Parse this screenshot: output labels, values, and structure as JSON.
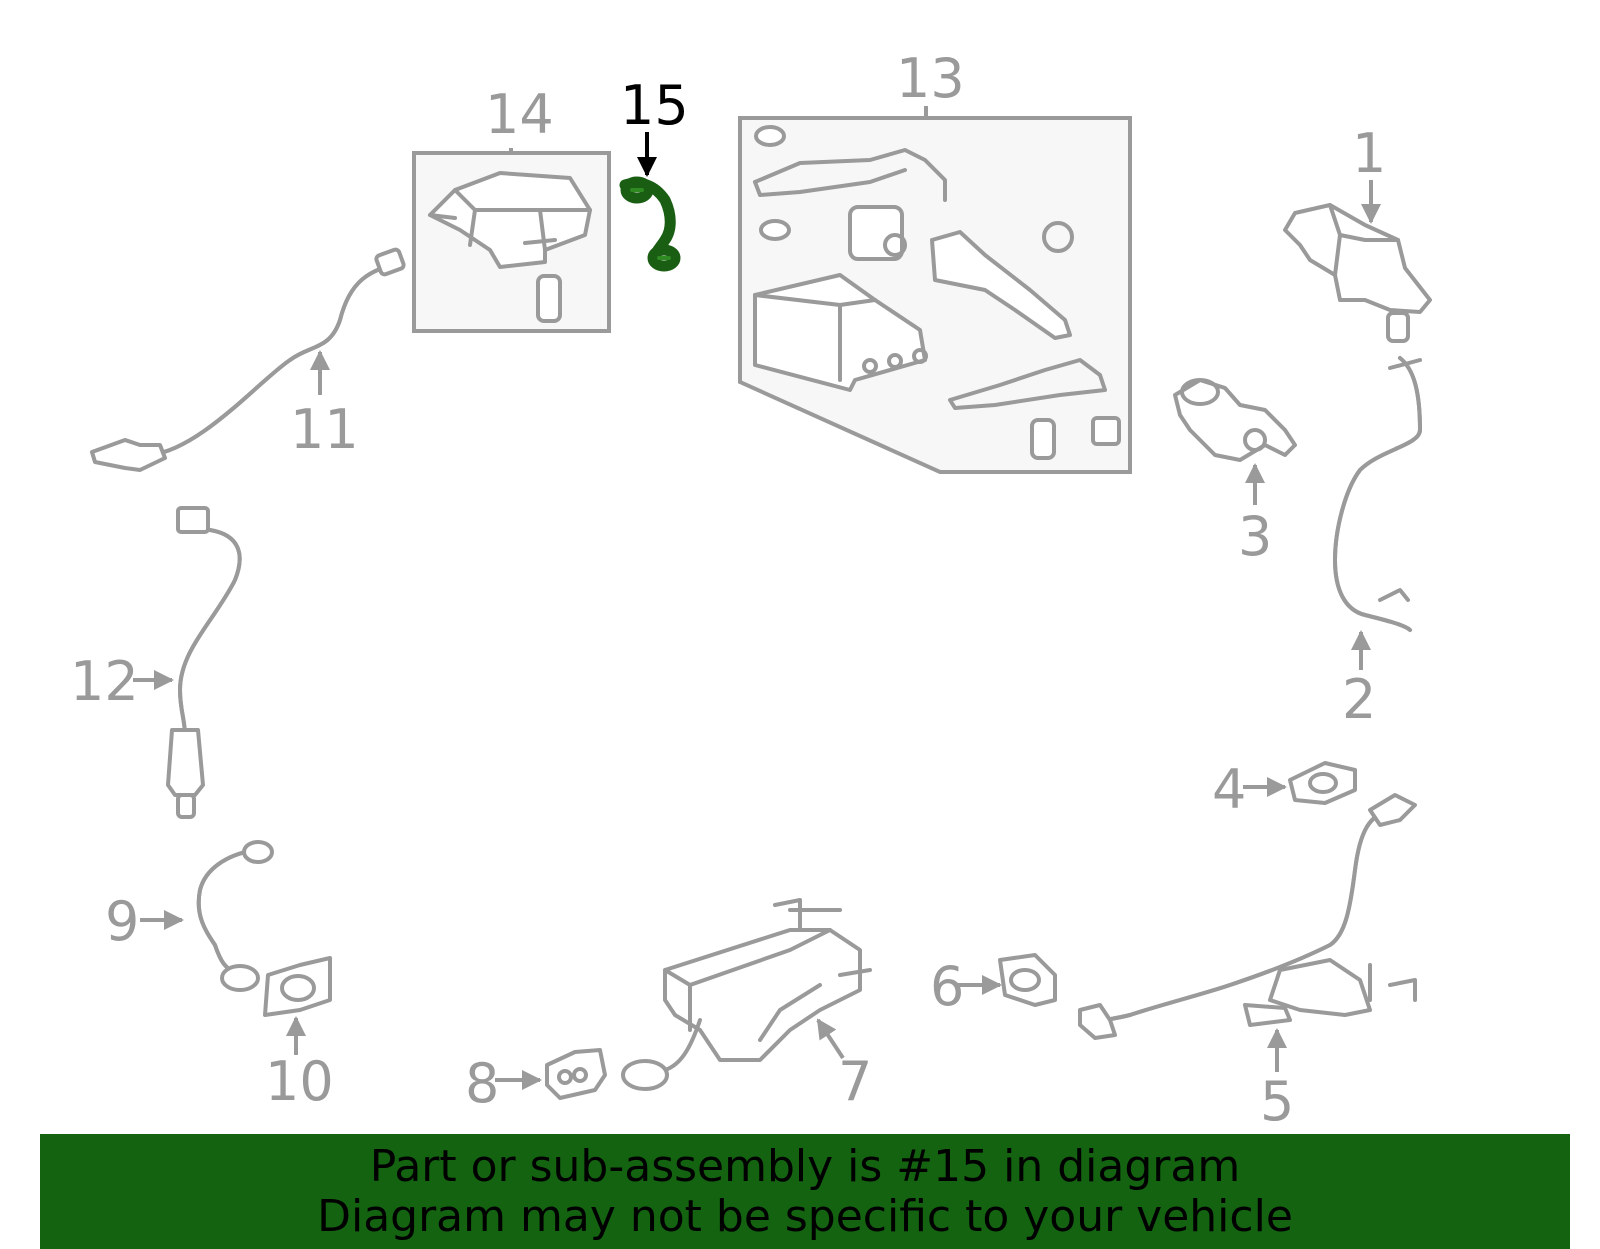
{
  "callouts": {
    "c1": "1",
    "c2": "2",
    "c3": "3",
    "c4": "4",
    "c5": "5",
    "c6": "6",
    "c7": "7",
    "c8": "8",
    "c9": "9",
    "c10": "10",
    "c11": "11",
    "c12": "12",
    "c13": "13",
    "c14": "14",
    "c15": "15"
  },
  "highlighted_part": "15",
  "colors": {
    "banner": "#136311",
    "highlight": "#1a5e14",
    "part_lines": "#9a9a9a"
  },
  "banner": {
    "line1": "Part or sub-assembly is #15 in diagram",
    "line2": "Diagram may not be specific to your vehicle"
  }
}
